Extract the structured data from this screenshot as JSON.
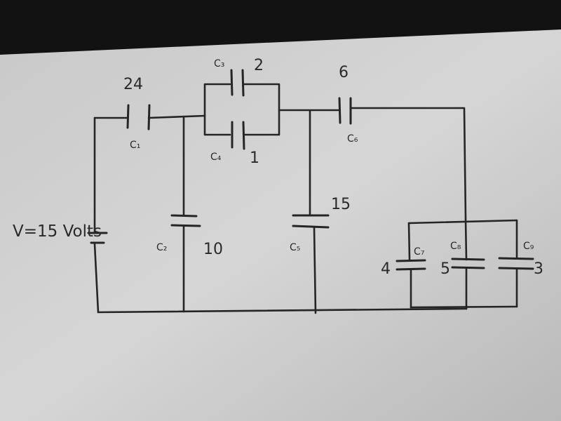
{
  "colors": {
    "background_dark": "#121212",
    "paper": "#d3d3d3",
    "ink": "#252525"
  },
  "circuit": {
    "source": {
      "text": "V=15 Volts"
    },
    "capacitors": [
      {
        "id": "c1",
        "name": "C₁",
        "value": "24"
      },
      {
        "id": "c2",
        "name": "C₂",
        "value": "10"
      },
      {
        "id": "c3",
        "name": "C₃",
        "value": "2"
      },
      {
        "id": "c4",
        "name": "C₄",
        "value": "1"
      },
      {
        "id": "c5",
        "name": "C₅",
        "value": "15"
      },
      {
        "id": "c6",
        "name": "C₆",
        "value": "6"
      },
      {
        "id": "c7",
        "name": "C₇",
        "value": "4"
      },
      {
        "id": "c8",
        "name": "C₈",
        "value": "5"
      },
      {
        "id": "c9",
        "name": "C₉",
        "value": "3"
      }
    ]
  }
}
